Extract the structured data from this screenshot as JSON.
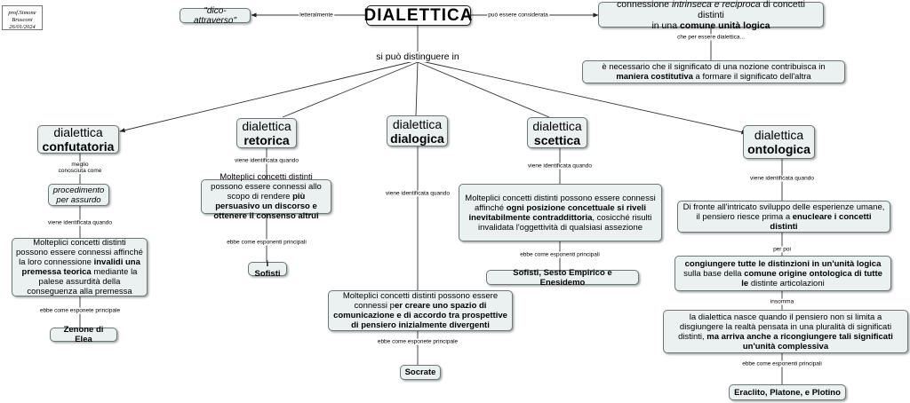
{
  "credit": {
    "line1": "prof.Simone Brusconi",
    "line2": "26/01/2024"
  },
  "root": {
    "title": "DIALETTICA"
  },
  "dico": {
    "text": "\"dico-attraverso\"",
    "link": "letteralmente"
  },
  "considerata": {
    "link": "può essere considerata",
    "part1": "connessione ",
    "part2_italic": "intrinseca e reciproca",
    "part3": "  di concetti distinti",
    "part4": "in una ",
    "part5_bold": "comune unità logica"
  },
  "dialettica_cond": {
    "link": "che per essere dialettica...",
    "part1": "è necessario che il significato di una nozione contribuisca in ",
    "part2_bold": "maniera costitutiva",
    "part3": " a formare il significato dell'altra"
  },
  "distinguere": {
    "label": "si può distinguere in"
  },
  "confutatoria": {
    "title1": "dialettica",
    "title2": "confutatoria",
    "link1": "meglio conosciuta come",
    "proc": "procedimento per assurdo",
    "link2": "viene identificata quando",
    "desc1": "Molteplici concetti distinti possono essere connessi affinché la loro connessione ",
    "desc2_bold": "invalidi una premessa teorica",
    "desc3": " mediante la palese assurdità della conseguenza alla premessa",
    "link3": "ebbe come esponete principale",
    "exp": "Zenone di Elea"
  },
  "retorica": {
    "title1": "dialettica",
    "title2": "retorica",
    "link1": "viene identificata quando",
    "desc1": "Molteplici concetti distinti possono essere connessi allo scopo di rendere ",
    "desc2_bold": "più persuasivo un discorso  e ottenere il consenso altrui",
    "link2": "ebbe come esponenti principali",
    "exp": "i Sofisti"
  },
  "dialogica": {
    "title1": "dialettica",
    "title2": "dialogica",
    "link1": "viene identificata quando",
    "desc1": "Molteplici concetti distinti possono essere connessi p",
    "desc2_bold": "er creare uno spazio di comunicazione e di accordo tra prospettive di pensiero inizialmente divergenti",
    "link2": "ebbe come esponete principale",
    "exp": "Socrate"
  },
  "scettica": {
    "title1": "dialettica",
    "title2": "scettica",
    "link1": "viene identificata quando",
    "desc1": "Molteplici concetti distinti possono essere connessi affinché ",
    "desc2_bold": "ogni posizione concettuale si riveli inevitabilmente contraddittoria",
    "desc3": ", cosicché risulti invalidata l'oggettività di qualsiasi assezione",
    "link2": "ebbe come esponenti principali",
    "exp": "Sofisti, Sesto Empirico e Enesidemo"
  },
  "ontologica": {
    "title1": "dialettica",
    "title2": "ontologica",
    "link1": "viene identificata quando",
    "desc1a": "Di fronte  all'intricato sviluppo delle esperienze umane, il pensiero riesce prima a ",
    "desc1b_bold": "enucleare  i concetti distinti",
    "link2": "per poi",
    "desc2a_bold": "congiungere tutte le distinzioni in un'unità logica",
    "desc2b": " sulla base della ",
    "desc2c_bold": "comune origine ontologica di tutte le",
    "desc2d": " distinte articolazioni",
    "link3": "insomma",
    "desc3a": "la dialettica nasce quando il pensiero non si limita a disgiungere la realtà pensata in una pluralità di significati distinti, ",
    "desc3b_bold": "ma arriva anche a ricongiungere tali significati un'unità complessiva",
    "link4": "ebbe come esponenti principali",
    "exp": "Eraclito, Platone, e Plotino"
  }
}
